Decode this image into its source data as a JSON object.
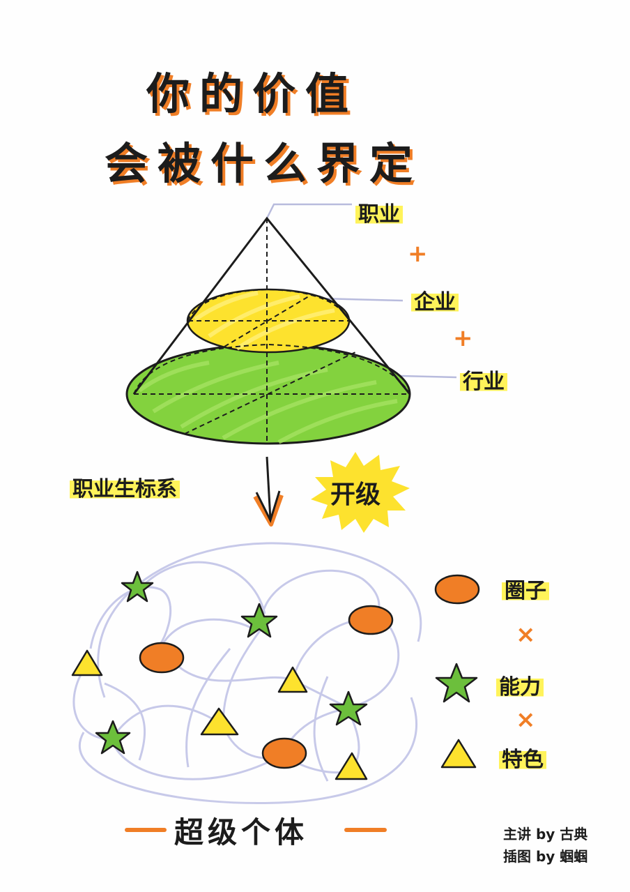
{
  "title": {
    "line1": "你的价值",
    "line2": "会被什么界定"
  },
  "cone_labels": {
    "top": "职业",
    "middle": "企业",
    "bottom": "行业",
    "plus": "+"
  },
  "transition": {
    "left_label": "职业生标系",
    "badge": "开级"
  },
  "legend": {
    "circle": "圈子",
    "star": "能力",
    "triangle": "特色",
    "times": "×"
  },
  "bottom_title": "超级个体",
  "credits": {
    "line1": "主讲 by 古典",
    "line2": "插图 by 蝈蝈"
  },
  "colors": {
    "orange": "#f07e26",
    "yellow": "#fde02a",
    "green": "#7fd13b",
    "lavender": "#c3c5e6",
    "ink": "#1c1c1c"
  },
  "icons": [
    "down-arrow-icon",
    "circle-icon",
    "star-icon",
    "triangle-icon"
  ]
}
